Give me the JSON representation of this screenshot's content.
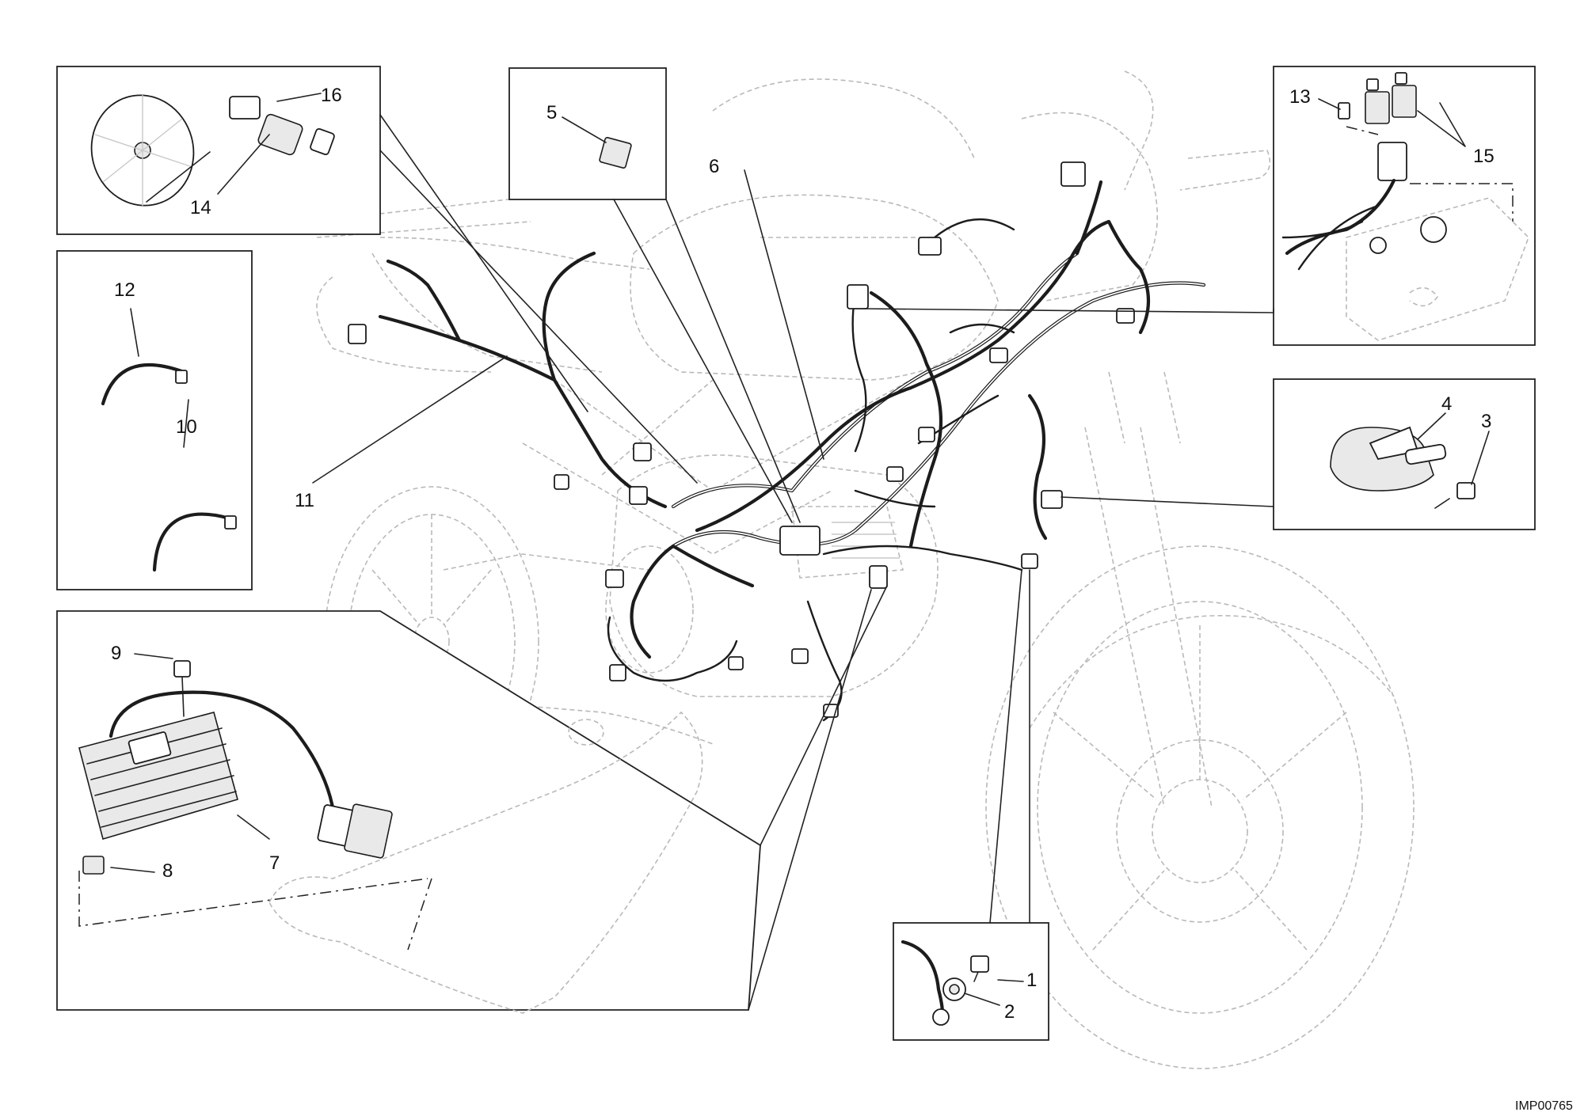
{
  "drawing_code": "IMP00765",
  "callouts": [
    {
      "id": "c1",
      "label": "1"
    },
    {
      "id": "c2",
      "label": "2"
    },
    {
      "id": "c3",
      "label": "3"
    },
    {
      "id": "c4",
      "label": "4"
    },
    {
      "id": "c5",
      "label": "5"
    },
    {
      "id": "c6",
      "label": "6"
    },
    {
      "id": "c7",
      "label": "7"
    },
    {
      "id": "c8",
      "label": "8"
    },
    {
      "id": "c9",
      "label": "9"
    },
    {
      "id": "c10",
      "label": "10"
    },
    {
      "id": "c11",
      "label": "11"
    },
    {
      "id": "c12",
      "label": "12"
    },
    {
      "id": "c13",
      "label": "13"
    },
    {
      "id": "c14",
      "label": "14"
    },
    {
      "id": "c15",
      "label": "15"
    },
    {
      "id": "c16",
      "label": "16"
    }
  ]
}
